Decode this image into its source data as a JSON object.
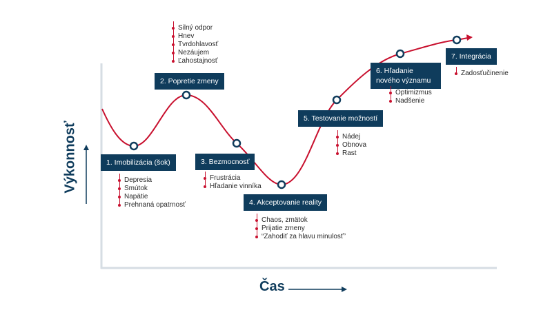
{
  "axes": {
    "y_label": "Výkonnosť",
    "x_label": "Čas"
  },
  "colors": {
    "curve": "#c8102e",
    "label_bg": "#0f3c5c",
    "axis": "#d6dde3",
    "arrow": "#0f3c5c"
  },
  "stages": [
    {
      "label": "1. Imobilizácia (šok)",
      "items": [
        "Depresia",
        "Smútok",
        "Napätie",
        "Prehnaná opatrnosť"
      ]
    },
    {
      "label": "2. Popretie zmeny",
      "items": [
        "Silný odpor",
        "Hnev",
        "Tvrdohlavosť",
        "Nezáujem",
        "Ľahostajnosť"
      ]
    },
    {
      "label": "3. Bezmocnosť",
      "items": [
        "Frustrácia",
        "Hľadanie vinníka"
      ]
    },
    {
      "label": "4. Akceptovanie reality",
      "items": [
        "Chaos, zmätok",
        "Prijatie zmeny",
        "“Zahodiť za hlavu minulosť”"
      ]
    },
    {
      "label": "5. Testovanie možností",
      "items": [
        "Nádej",
        "Obnova",
        "Rast"
      ]
    },
    {
      "label": "6. Hľadanie nového významu",
      "items": [
        "Optimizmus",
        "Nadšenie"
      ]
    },
    {
      "label": "7. Integrácia",
      "items": [
        "Zadosťučinenie"
      ]
    }
  ]
}
